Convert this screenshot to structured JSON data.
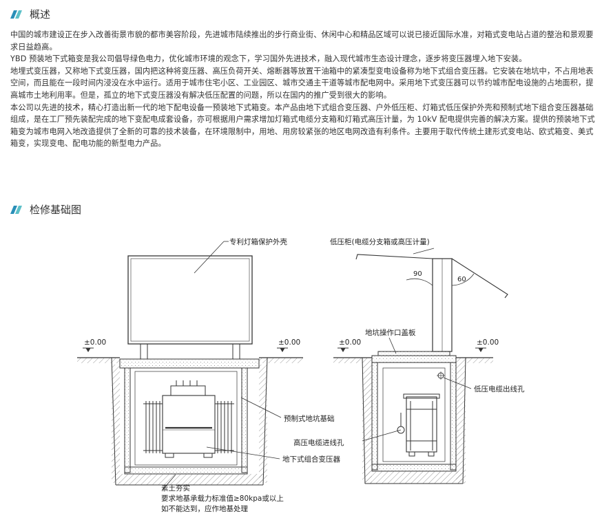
{
  "overview": {
    "heading": "概述",
    "paragraphs": [
      "中国的城市建设正在步入改善街景市貌的都市美容阶段，先进城市陆续推出的步行商业街、休闲中心和精品区域可以说已接近国际水准，对箱式变电站占道的整治和景观要求日益趋高。",
      "YBD 预装地下式箱变是我公司倡导绿色电力，优化城市环境的观念下，学习国外先进技术，融入现代城市生态设计理念，逐步将变压器埋入地下安装。",
      "地埋式变压器，又称地下式变压器，国内把这种将变压器、高压负荷开关、熔断器等放置干油箱中的紧凑型变电设备称为地下式组合变压器。它安装在地坑中，不占用地表空间，而且能在一段时间内浸没在水中运行。适用于城市住宅小区、工业园区、城市交通主干道等城市配电网中。采用地下式变压器可以节约城市配电设施的占地面积，提高城市土地利用率。但是，孤立的地下式变压器没有解决低压配置的问题，所以在国内的推广受到很大的影响。",
      "本公司以先进的技术，精心打造出新一代的地下配电设备一预装地下式箱变。本产品由地下式组合变压器、户外低压柜、灯箱式低压保护外壳和预制式地下组合变压器基础组成，是在工厂预先装配完成的地下变配电成套设备，亦可根据用户需求增加灯箱式电缆分支箱和灯箱式高压计量，为 10kV 配电提供完善的解决方案。提供的预装地下式箱变为城市电网入地改造提供了全新的可靠的技术装备，在环境限制中，用地、用房较紧张的地区电网改造有利条件。主要用于取代传统土建形式变电站、欧式箱变、美式箱变，实现变电、配电功能的新型电力产品。"
    ]
  },
  "maintenance": {
    "heading": "检修基础图"
  },
  "diagram": {
    "labels": {
      "lightbox_shell": "专利灯箱保护外壳",
      "low_voltage_cabinet": "低压柜(电缆分支箱或高压计量)",
      "level_left": "±0.00",
      "level_mid": "±0.00",
      "level_right_a": "±0.00",
      "level_right_b": "±0.00",
      "angle_90": "90",
      "angle_60": "60",
      "pit_cover": "地坑操作口盖板",
      "lv_cable_outlet": "低压电缆出线孔",
      "prefab_foundation": "预制式地坑基础",
      "hv_cable_inlet": "高压电缆进线孔",
      "underground_transformer": "地下式组合变压器",
      "note_line1": "素土夯实",
      "note_line2": "要求地基承载力标准值≥80kpa或以上",
      "note_line3": "如不能达到，应作地基处理"
    }
  },
  "colors": {
    "accent_a": "#2a8fb8",
    "accent_b": "#5cc0c8",
    "line": "#333333"
  }
}
